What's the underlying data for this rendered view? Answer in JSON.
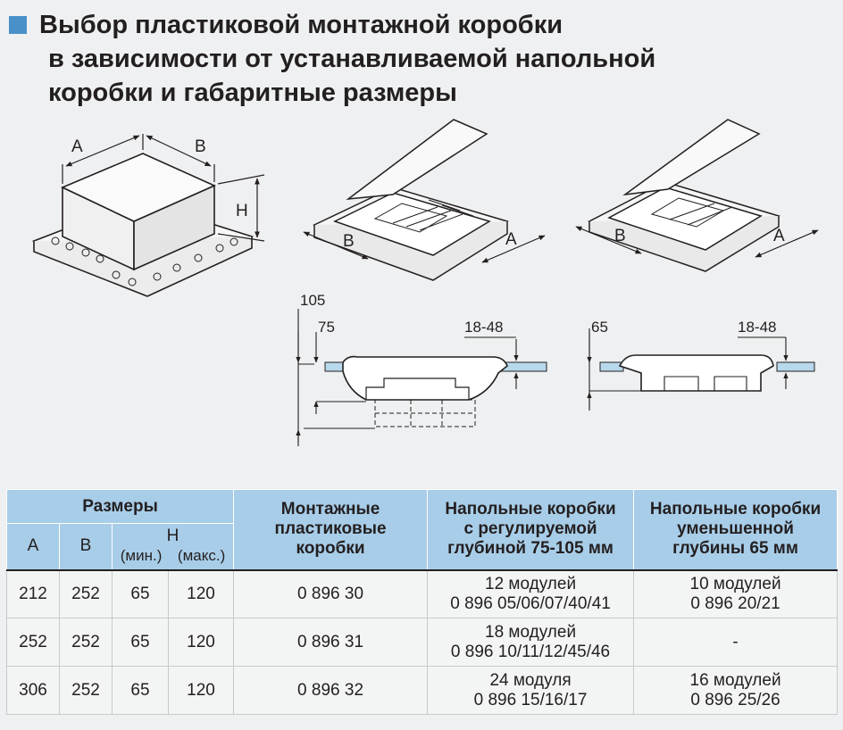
{
  "title": {
    "lines": [
      "Выбор пластиковой монтажной коробки",
      "в зависимости от устанавливаемой напольной",
      "коробки и габаритные размеры"
    ]
  },
  "drawings": {
    "box_labels": {
      "a": "A",
      "b": "B",
      "h": "H"
    },
    "section_left": {
      "outer": "105",
      "inner": "75",
      "range": "18-48"
    },
    "section_right": {
      "depth": "65",
      "range": "18-48"
    }
  },
  "table": {
    "head": {
      "dimensions": "Размеры",
      "a": "A",
      "b": "B",
      "h": "H",
      "h_min": "(мин.)",
      "h_max": "(макс.)",
      "mounting": [
        "Монтажные",
        "пластиковые",
        "коробки"
      ],
      "adjustable": [
        "Напольные коробки",
        "с регулируемой",
        "глубиной 75-105 мм"
      ],
      "reduced": [
        "Напольные коробки",
        "уменьшенной",
        "глубины 65 мм"
      ]
    },
    "rows": [
      {
        "a": "212",
        "b": "252",
        "hmin": "65",
        "hmax": "120",
        "code": "0 896 30",
        "adj": [
          "12 модулей",
          "0 896 05/06/07/40/41"
        ],
        "red": [
          "10 модулей",
          "0 896 20/21"
        ]
      },
      {
        "a": "252",
        "b": "252",
        "hmin": "65",
        "hmax": "120",
        "code": "0 896 31",
        "adj": [
          "18 модулей",
          "0 896 10/11/12/45/46"
        ],
        "red": [
          "-",
          ""
        ]
      },
      {
        "a": "306",
        "b": "252",
        "hmin": "65",
        "hmax": "120",
        "code": "0 896 32",
        "adj": [
          "24 модуля",
          "0 896 15/16/17"
        ],
        "red": [
          "16 модулей",
          "0 896 25/26"
        ]
      }
    ]
  }
}
